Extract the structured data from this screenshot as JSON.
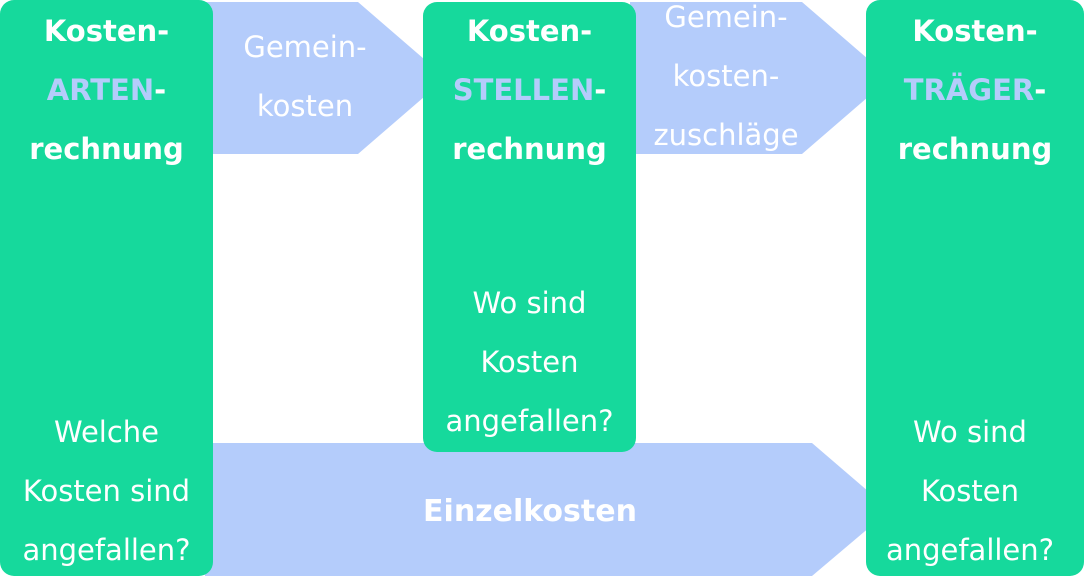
{
  "colors": {
    "box": "#16d99c",
    "arrow": "#b4ccfb",
    "text": "#ffffff",
    "accent": "#b4ccfb"
  },
  "boxes": {
    "kostenarten": {
      "title": [
        "Kosten-",
        "ARTEN",
        "-",
        "rechnung"
      ],
      "question": [
        "Welche",
        "Kosten sind",
        "angefallen?"
      ]
    },
    "kostenstellen": {
      "title": [
        "Kosten-",
        "STELLEN",
        "-",
        "rechnung"
      ],
      "question": [
        "Wo sind",
        "Kosten",
        "angefallen?"
      ]
    },
    "kostentraeger": {
      "title": [
        "Kosten-",
        "TRÄGER",
        "-",
        "rechnung"
      ],
      "question": [
        "Wo sind",
        "Kosten",
        "angefallen?"
      ]
    }
  },
  "arrows": {
    "gemeinkosten": [
      "Gemein-",
      "kosten"
    ],
    "zuschlaege": [
      "Gemein-",
      "kosten-",
      "zuschläge"
    ],
    "einzelkosten": "Einzelkosten"
  }
}
